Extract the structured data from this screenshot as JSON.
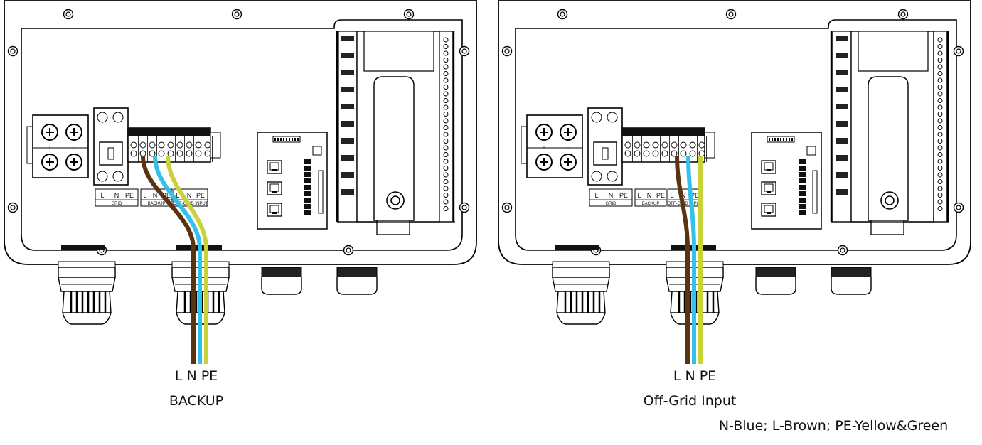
{
  "panels": [
    {
      "terminal_labels": [
        "L",
        "N",
        "PE",
        "L",
        "N",
        "PE",
        "L",
        "N",
        "PE"
      ],
      "group_labels": [
        "GRID",
        "BACKUP",
        "OFF-GRID INPUT"
      ],
      "polarity": [
        "+",
        "-"
      ],
      "caption_line1": "L N PE",
      "caption_line2": "BACKUP"
    },
    {
      "terminal_labels": [
        "L",
        "N",
        "PE",
        "L",
        "N",
        "PE",
        "L",
        "N",
        "PE"
      ],
      "group_labels": [
        "GRID",
        "BACKUP",
        "OFF-GRID INPUT"
      ],
      "polarity": [
        "+",
        "-"
      ],
      "caption_line1": "L N PE",
      "caption_line2": "Off-Grid Input"
    }
  ],
  "legend": "N-Blue; L-Brown; PE-Yellow&Green",
  "colors": {
    "brown_wire": "#5a3410",
    "blue_wire": "#35c0ea",
    "yellow_green_wire": "#c8d33a"
  }
}
